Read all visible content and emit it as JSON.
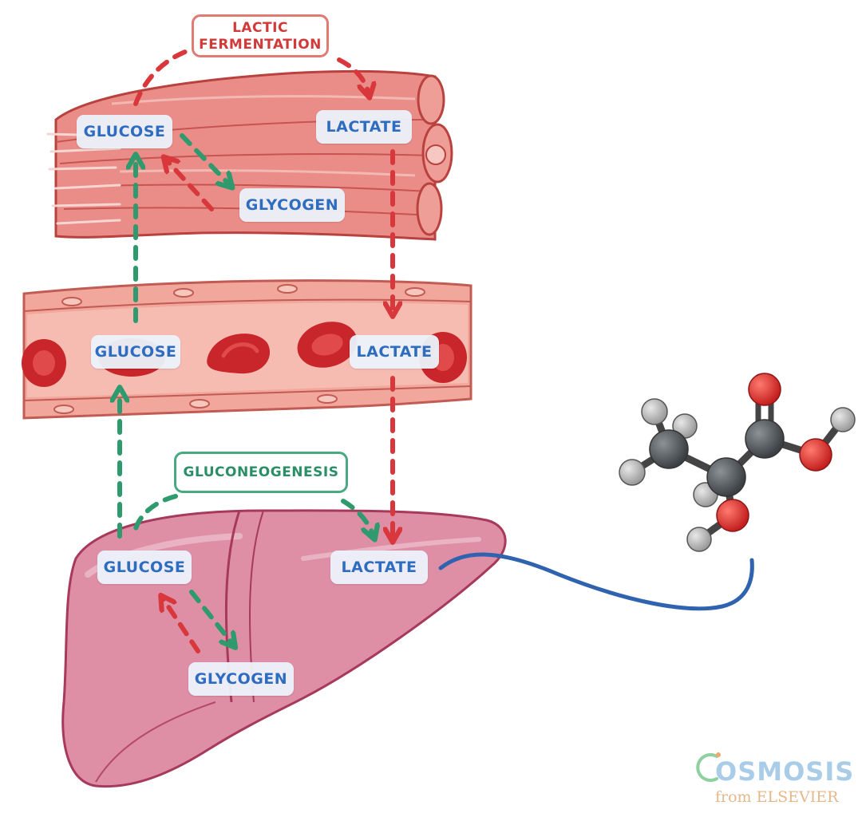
{
  "processes": {
    "lactic_fermentation": "LACTIC\nFERMENTATION",
    "gluconeogenesis": "GLUCONEOGENESIS"
  },
  "muscle": {
    "glucose": "GLUCOSE",
    "lactate": "LACTATE",
    "glycogen": "GLYCOGEN"
  },
  "blood": {
    "glucose": "GLUCOSE",
    "lactate": "LACTATE"
  },
  "liver": {
    "glucose": "GLUCOSE",
    "lactate": "LACTATE",
    "glycogen": "GLYCOGEN"
  },
  "logo": {
    "word": "OSMOSIS",
    "from": "from ELSEVIER"
  },
  "colors": {
    "muscle": "#e98a86",
    "vessel": "#f2a79c",
    "rbc": "#c8262a",
    "liver": "#de8fa6",
    "red_arrow": "#d8383c",
    "green_arrow": "#2f9a6e",
    "label_text": "#2e6cc0",
    "curve": "#2f63b0",
    "oxygen": "#d42a2a",
    "carbon": "#555a5e",
    "hydrogen": "#b8b8b8"
  }
}
